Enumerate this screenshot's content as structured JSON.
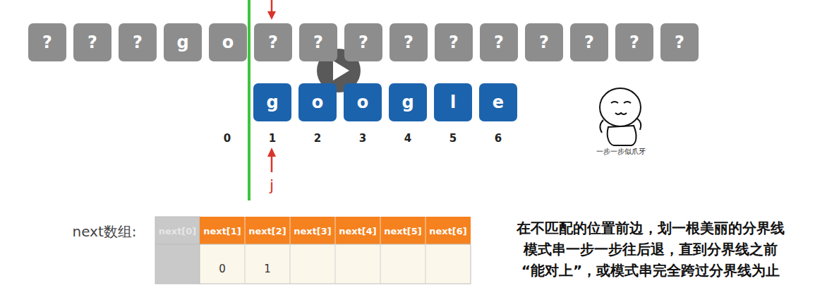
{
  "diagram": {
    "nodes": [
      {
        "text": [
          "?"
        ]
      },
      {
        "text": [
          "?"
        ]
      },
      {
        "text": [
          "?"
        ]
      },
      {
        "text": [
          "g"
        ]
      },
      {
        "text": [
          "o"
        ]
      },
      {
        "text": [
          "?"
        ]
      },
      {
        "text": [
          "?"
        ]
      },
      {
        "text": [
          "?"
        ]
      },
      {
        "text": [
          "?"
        ]
      },
      {
        "text": [
          "?"
        ]
      },
      {
        "text": [
          "?"
        ]
      },
      {
        "text": [
          "?"
        ]
      },
      {
        "text": [
          "?"
        ]
      },
      {
        "text": [
          "?"
        ]
      },
      {
        "text": [
          "?"
        ]
      },
      {
        "text": [
          "g"
        ]
      },
      {
        "text": [
          "o"
        ]
      },
      {
        "text": [
          "o"
        ]
      },
      {
        "text": [
          "g"
        ]
      },
      {
        "text": [
          "l"
        ]
      },
      {
        "text": [
          "e"
        ]
      }
    ],
    "labels": [
      "0",
      "1",
      "2",
      "3",
      "4",
      "5",
      "6",
      "j",
      "一步一步似爪牙",
      "next数组:",
      "next[0]",
      "next[1]",
      "next[2]",
      "next[3]",
      "next[4]",
      "next[5]",
      "next[6]",
      "0",
      "1",
      "在不匹配的位置前边，划一根美丽的分界线",
      "模式串一步一步往后退，直到分界线之前",
      "“能对上”，或模式串完全跨过分界线为止"
    ]
  }
}
